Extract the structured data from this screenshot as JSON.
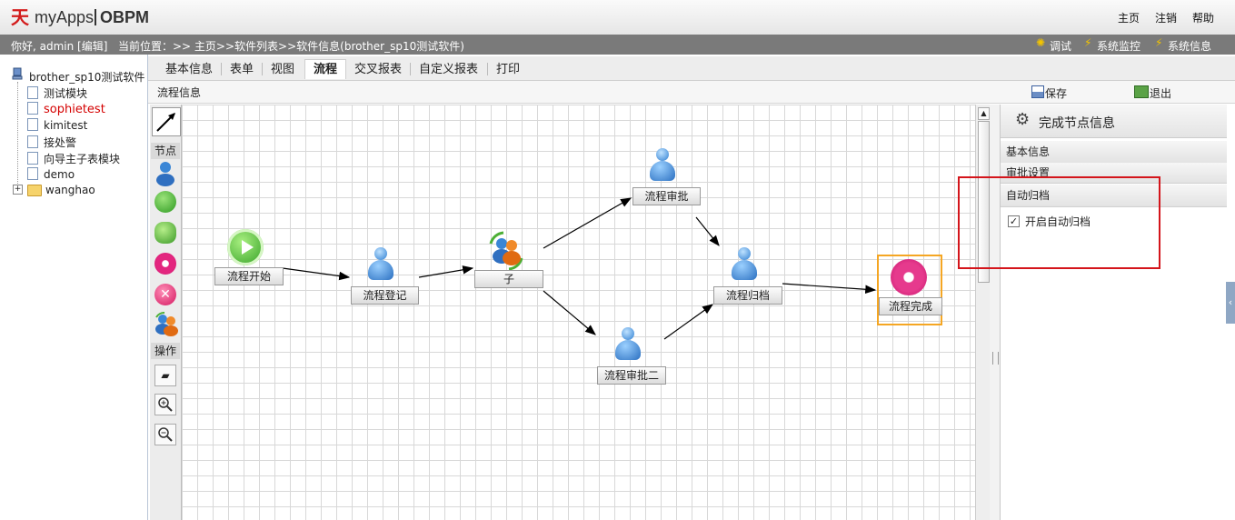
{
  "topbar": {
    "logo_mark": "天",
    "logo_text": "myApps",
    "logo_product": "OBPM",
    "links": [
      "主页",
      "注销",
      "帮助"
    ]
  },
  "statusbar": {
    "greeting": "你好, admin [编辑]",
    "location": "当前位置：>> 主页>>软件列表>>软件信息(brother_sp10测试软件)",
    "tools": [
      "调试",
      "系统监控",
      "系统信息"
    ]
  },
  "tree": {
    "root": "brother_sp10测试软件",
    "children": [
      "测试模块",
      "sophietest",
      "kimitest",
      "接处警",
      "向导主子表模块",
      "demo"
    ],
    "folder": "wanghao",
    "folder_expander": "+",
    "highlight_color": "#d40000"
  },
  "tabs": [
    "基本信息",
    "表单",
    "视图",
    "流程",
    "交叉报表",
    "自定义报表",
    "打印"
  ],
  "active_tab": "流程",
  "subheader": {
    "title": "流程信息",
    "save_label": "保存",
    "exit_label": "退出"
  },
  "palette": {
    "section_nodes": "节点",
    "section_ops": "操作",
    "node_icons": [
      "person-icon",
      "play-icon",
      "clock-icon",
      "target-icon",
      "cancel-icon",
      "group-icon"
    ],
    "op_icons": [
      "eraser-icon",
      "zoom-in-icon",
      "zoom-out-icon"
    ]
  },
  "flow": {
    "nodes": {
      "start": "流程开始",
      "register": "流程登记",
      "sub": "子",
      "approve": "流程审批",
      "approve2": "流程审批二",
      "archive": "流程归档",
      "complete": "流程完成"
    },
    "selected_border_color": "#f5a623"
  },
  "right_panel": {
    "title": "完成节点信息",
    "sections": [
      "基本信息",
      "审批设置",
      "自动归档"
    ],
    "checkbox_label": "开启自动归档",
    "checkbox_checked": true,
    "annotation_color": "#d4151b"
  }
}
